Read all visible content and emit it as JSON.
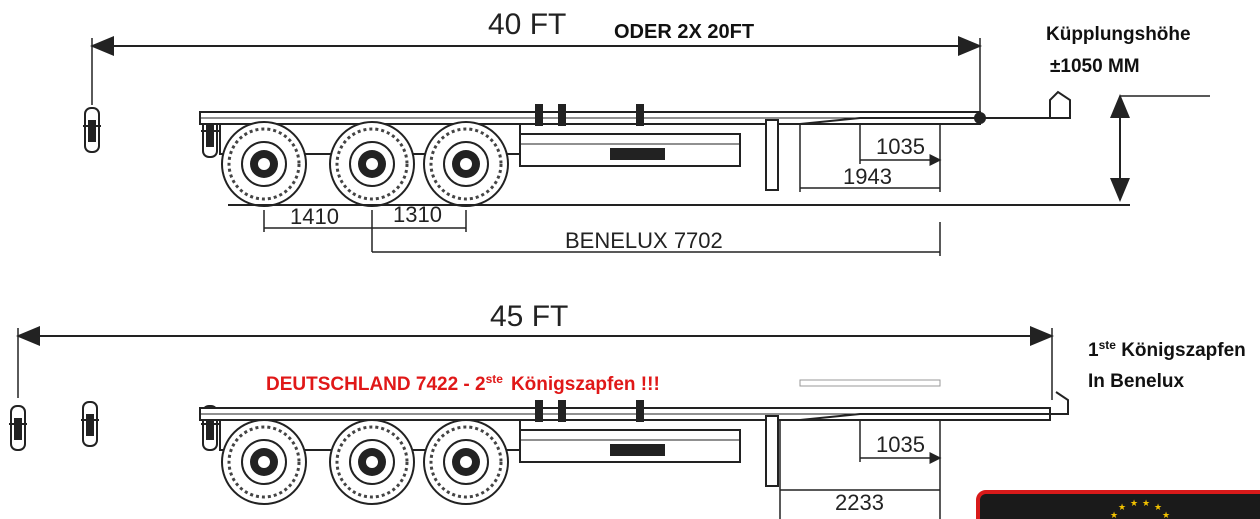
{
  "colors": {
    "line": "#222222",
    "red_note": "#e01818",
    "badge_bg": "#1a1a1a",
    "badge_star": "#f2c200",
    "badge_border": "#d81a1a"
  },
  "top_section": {
    "length_label": "40 FT",
    "alt_label": "ODER 2X 20FT",
    "coupling_title": "Küpplungshöhe",
    "coupling_value": "±1050 MM",
    "dim_axle_1": "1410",
    "dim_axle_2": "1310",
    "dim_front_short": "1035",
    "dim_front_long": "1943",
    "dim_benelux": "BENELUX 7702"
  },
  "bottom_section": {
    "length_label": "45 FT",
    "note_main": "DEUTSCHLAND  7422 -  2",
    "note_sup": "ste",
    "note_tail": "Königszapfen !!!",
    "kingpin_prefix": "1",
    "kingpin_sup": "ste",
    "kingpin_title": " Königszapfen",
    "kingpin_sub": "In Benelux",
    "dim_front_short": "1035",
    "dim_front_long": "2233"
  },
  "icons": [
    "trailer-top-drawing",
    "trailer-bottom-drawing",
    "dimension-arrow",
    "eu-stars-badge"
  ]
}
